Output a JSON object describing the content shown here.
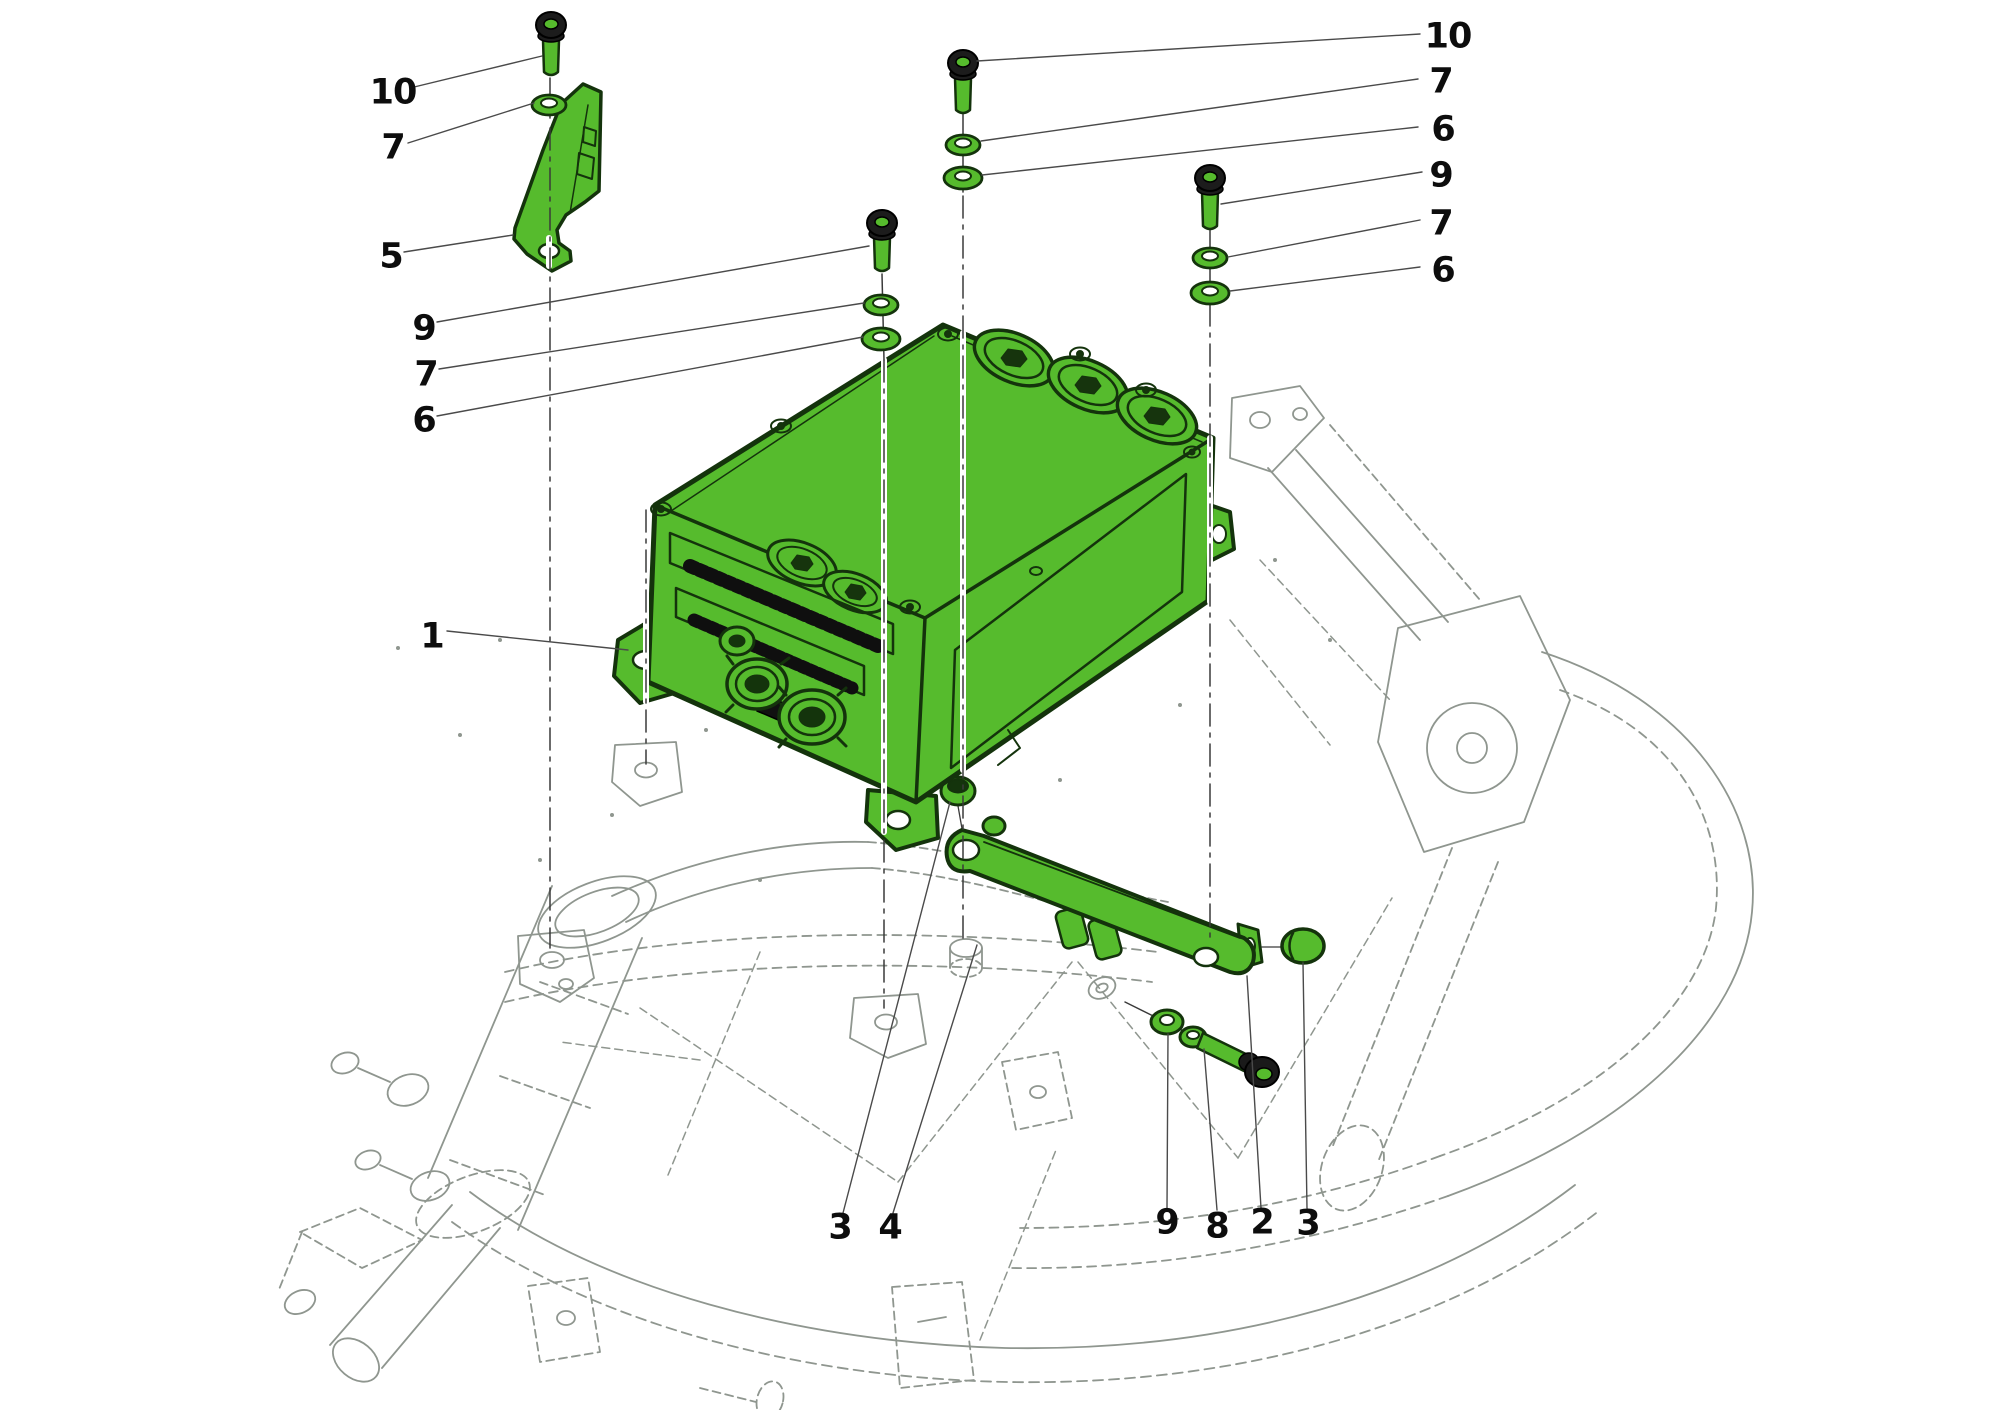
{
  "diagram": {
    "kind": "exploded-parts-diagram",
    "highlight_color": "#56bb2d",
    "outline_color": "#14330c",
    "ghost_color": "#8f968f",
    "callouts": [
      {
        "id": "left-10",
        "label": "10"
      },
      {
        "id": "left-7",
        "label": "7"
      },
      {
        "id": "left-5",
        "label": "5"
      },
      {
        "id": "left-9",
        "label": "9"
      },
      {
        "id": "left-7b",
        "label": "7"
      },
      {
        "id": "left-6",
        "label": "6"
      },
      {
        "id": "left-1",
        "label": "1"
      },
      {
        "id": "right-10",
        "label": "10"
      },
      {
        "id": "right-7",
        "label": "7"
      },
      {
        "id": "right-6",
        "label": "6"
      },
      {
        "id": "right-9",
        "label": "9"
      },
      {
        "id": "right-7b",
        "label": "7"
      },
      {
        "id": "right-6b",
        "label": "6"
      },
      {
        "id": "bottom-3a",
        "label": "3"
      },
      {
        "id": "bottom-4",
        "label": "4"
      },
      {
        "id": "bottom-9",
        "label": "9"
      },
      {
        "id": "bottom-8",
        "label": "8"
      },
      {
        "id": "bottom-2",
        "label": "2"
      },
      {
        "id": "bottom-3b",
        "label": "3"
      }
    ]
  }
}
